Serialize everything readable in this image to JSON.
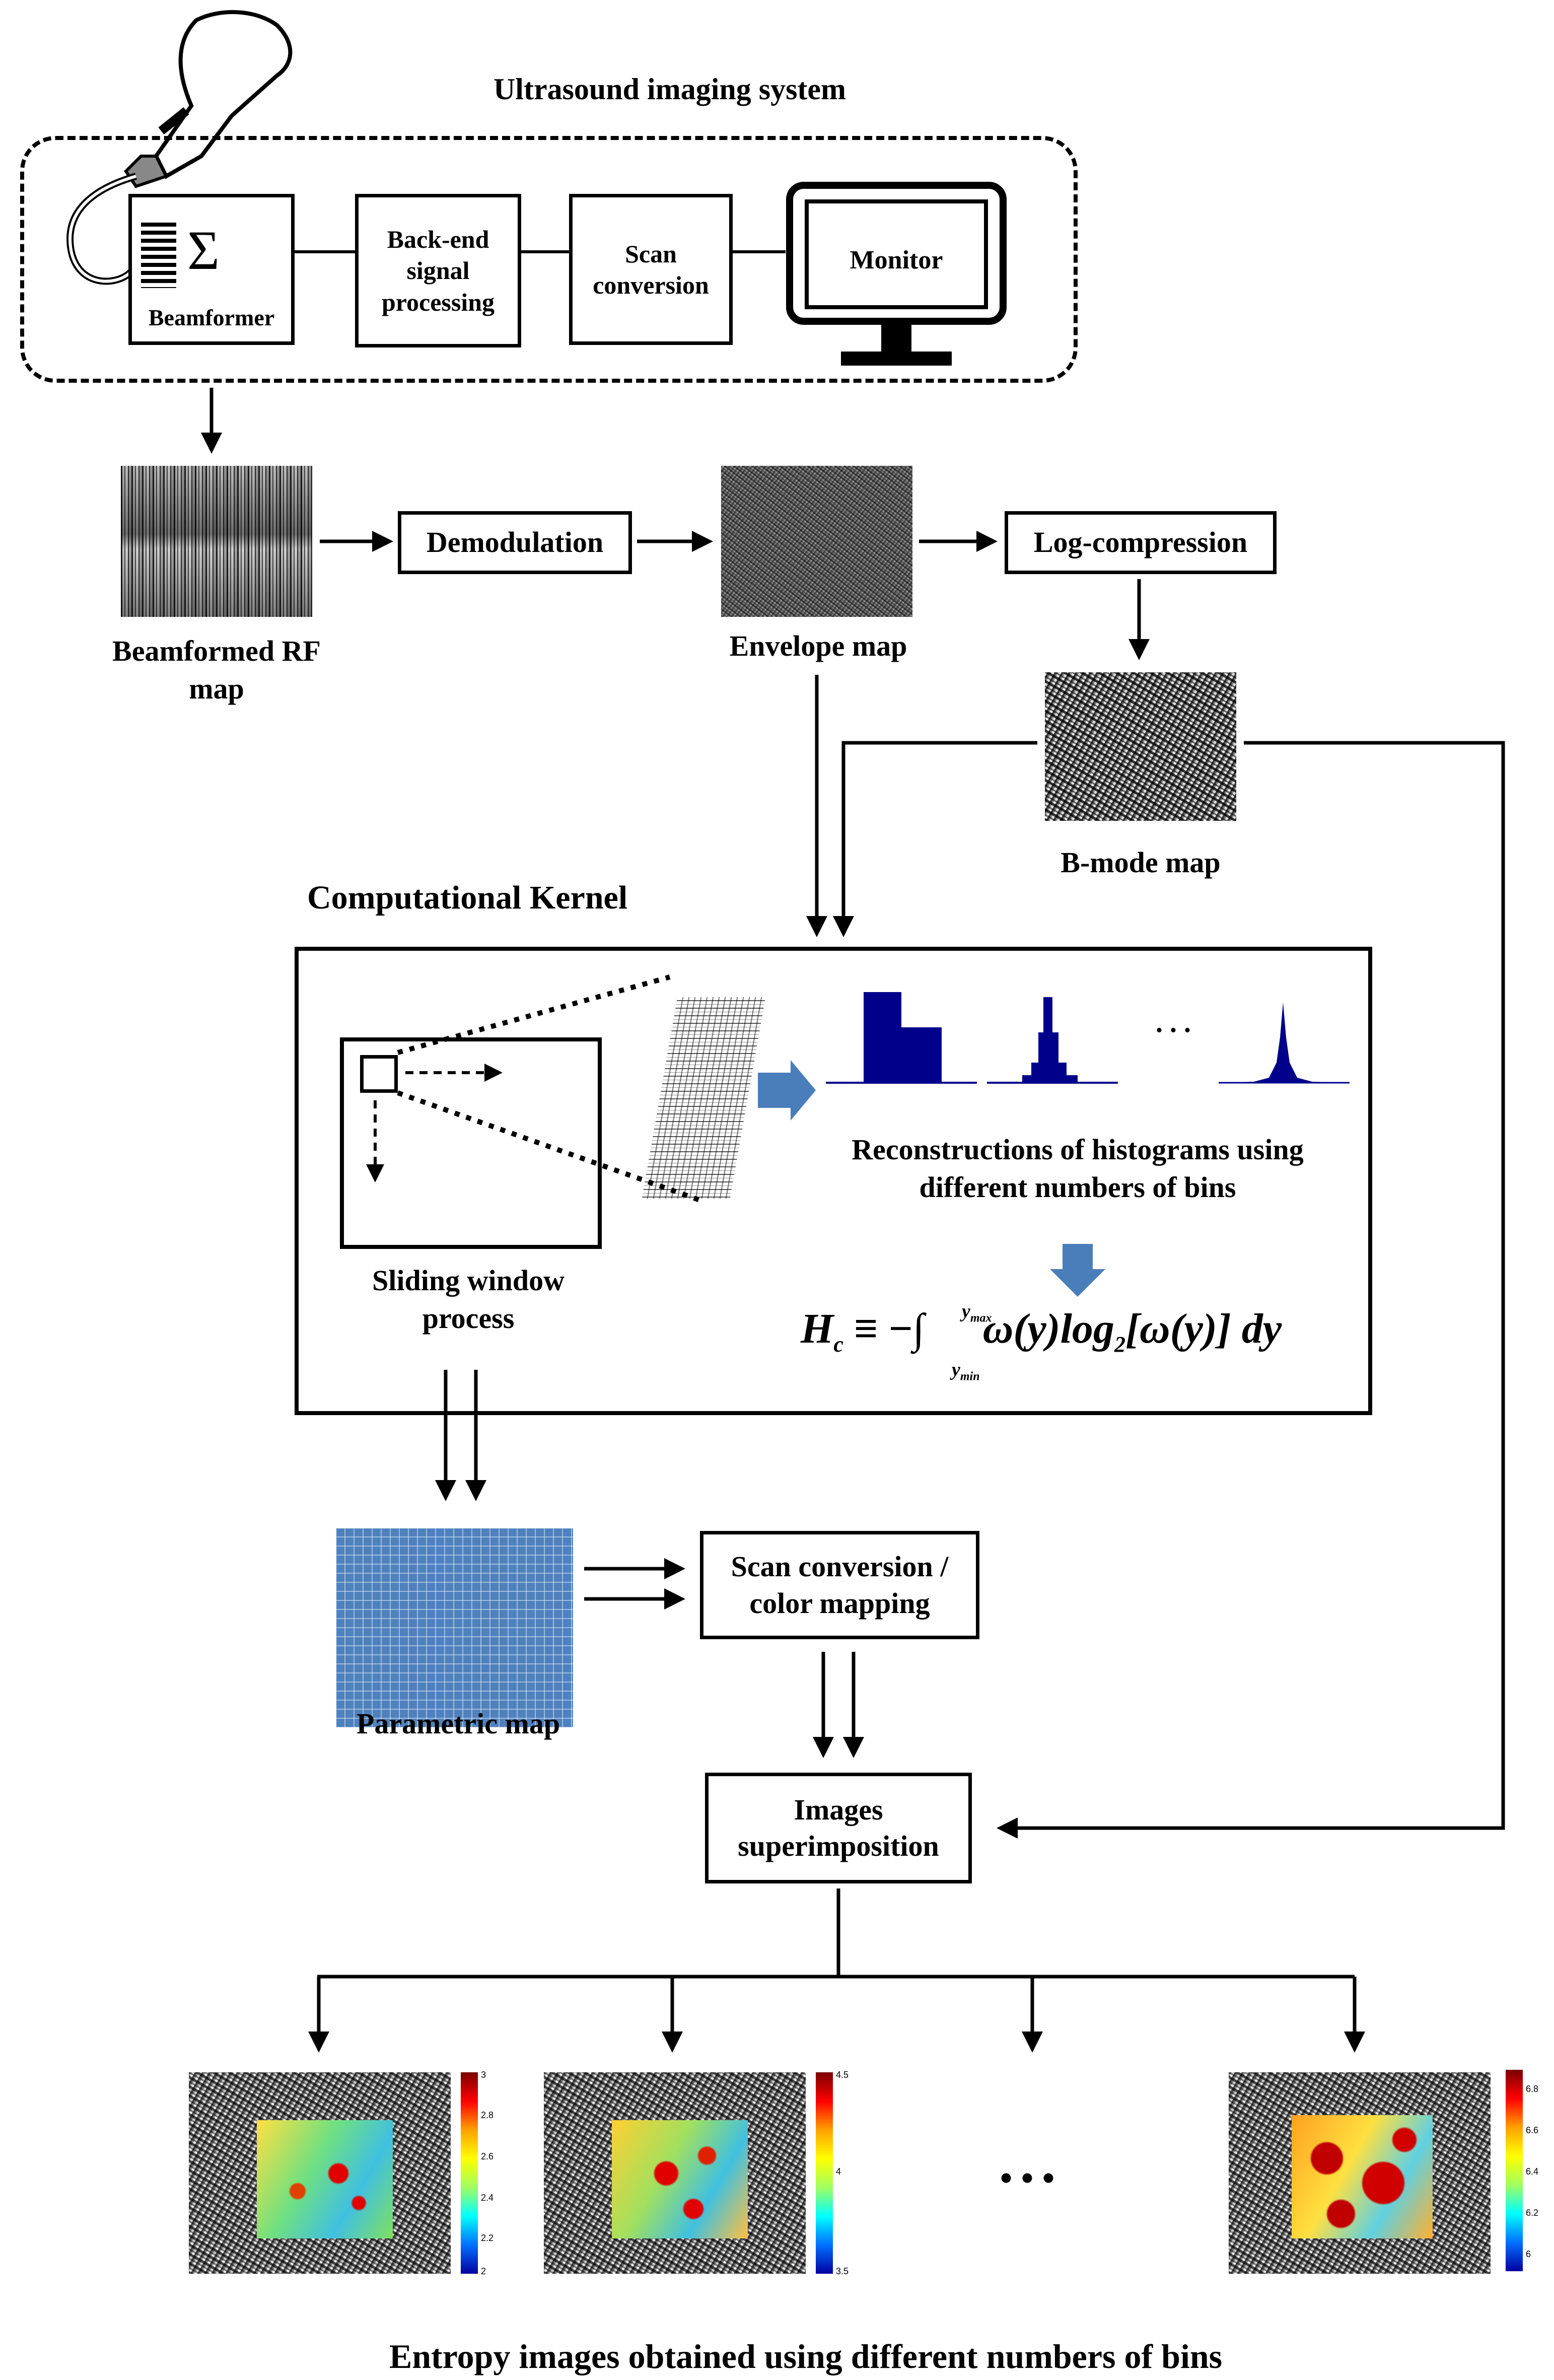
{
  "titles": {
    "system": "Ultrasound imaging system",
    "kernel": "Computational Kernel",
    "bottom": "Entropy images obtained using different numbers of bins"
  },
  "system_blocks": {
    "beamformer_symbol": "Σ",
    "beamformer": "Beamformer",
    "backend": "Back-end signal processing",
    "scan": "Scan conversion",
    "monitor": "Monitor"
  },
  "pipeline": {
    "rf_label": "Beamformed RF map",
    "demodulation": "Demodulation",
    "envelope_label": "Envelope map",
    "log_compression": "Log-compression",
    "bmode_label": "B-mode map"
  },
  "kernel": {
    "sliding_window": "Sliding window process",
    "histograms_caption": "Reconstructions of histograms using different numbers of bins",
    "ellipsis": ". . .",
    "formula": {
      "H": "H",
      "sub_c": "c",
      "equiv": "≡ −∫",
      "ymax": "y",
      "ymax_sub": "max",
      "ymin": "y",
      "ymin_sub": "min",
      "body": "ω(y)log",
      "sub2": "2",
      "tail": "[ω(y)] dy"
    }
  },
  "lower": {
    "parametric_label": "Parametric map",
    "scan_color": "Scan conversion / color mapping",
    "superimposition": "Images superimposition",
    "ellipsis": "•   •   •"
  },
  "colorbars": [
    {
      "ticks": [
        "3",
        "2.8",
        "2.6",
        "2.4",
        "2.2",
        "2"
      ]
    },
    {
      "ticks": [
        "4.5",
        "4",
        "3.5"
      ]
    },
    {
      "ticks": [
        "6.8",
        "6.6",
        "6.4",
        "6.2",
        "6"
      ]
    }
  ],
  "colors": {
    "histogram_fill": "#00008b",
    "blue_arrow": "#4a7ebb",
    "parametric_grid": "#4f81bd"
  }
}
